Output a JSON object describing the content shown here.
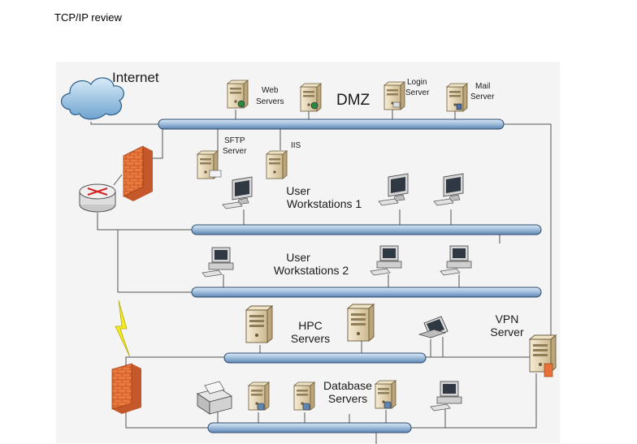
{
  "page_title": "TCP/IP review",
  "labels": {
    "internet": "Internet",
    "dmz": "DMZ",
    "web_servers": [
      "Web",
      "Servers"
    ],
    "login_server": [
      "Login",
      "Server"
    ],
    "mail_server": [
      "Mail",
      "Server"
    ],
    "sftp_server": [
      "SFTP",
      "Server"
    ],
    "iis": "IIS",
    "user_ws1": [
      "User",
      "Workstations 1"
    ],
    "user_ws2": [
      "User",
      "Workstations 2"
    ],
    "hpc_servers": [
      "HPC",
      "Servers"
    ],
    "vpn_server": [
      "VPN",
      "Server"
    ],
    "database_servers": [
      "Database",
      "Servers"
    ]
  },
  "colors": {
    "bus_fill": "#a8c4de",
    "bus_stroke": "#2d4a70",
    "firewall": "#e8733a",
    "server_body": "#e9dcc0",
    "monitor": "#d8d8d8",
    "cloud": "#a9cde8",
    "bolt": "#f4ec22",
    "background_panel": "#f4f4f4"
  }
}
